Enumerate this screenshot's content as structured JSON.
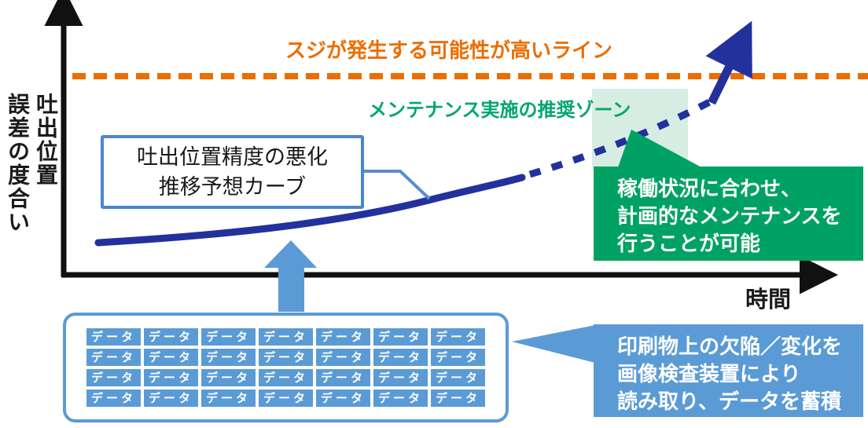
{
  "colors": {
    "threshold_orange": "#ed6d00",
    "curve_dark_blue": "#23319d",
    "accent_light_blue": "#5b9bd5",
    "box_border_blue": "#4a86cf",
    "callout_green": "#00a263",
    "zone_light_green": "#d7ede3",
    "zone_label_green": "#00a76d",
    "axis_black": "#111111"
  },
  "chart": {
    "type": "conceptual-line-diagram",
    "y_axis_label_col_right": "吐出位置",
    "y_axis_label_col_left": "誤差の度合い",
    "x_axis_label": "時間",
    "threshold_label": "スジが発生する可能性が高いライン",
    "zone_label": "メンテナンス実施の推奨ゾーン",
    "curve_label_line1": "吐出位置精度の悪化",
    "curve_label_line2": "推移予想カーブ",
    "curve_description": "solid rising curve becoming dashed forecast, ending in arrow toward threshold line"
  },
  "callouts": {
    "maintenance": {
      "lines": [
        "稼働状況に合わせ、",
        "計画的なメンテナンスを",
        "行うことが可能"
      ]
    },
    "data_collection": {
      "lines": [
        "印刷物上の欠陥／変化を",
        "画像検査装置により",
        "読み取り、データを蓄積"
      ]
    }
  },
  "data_table": {
    "cell_label": "データ",
    "rows": 4,
    "cols": 7
  }
}
